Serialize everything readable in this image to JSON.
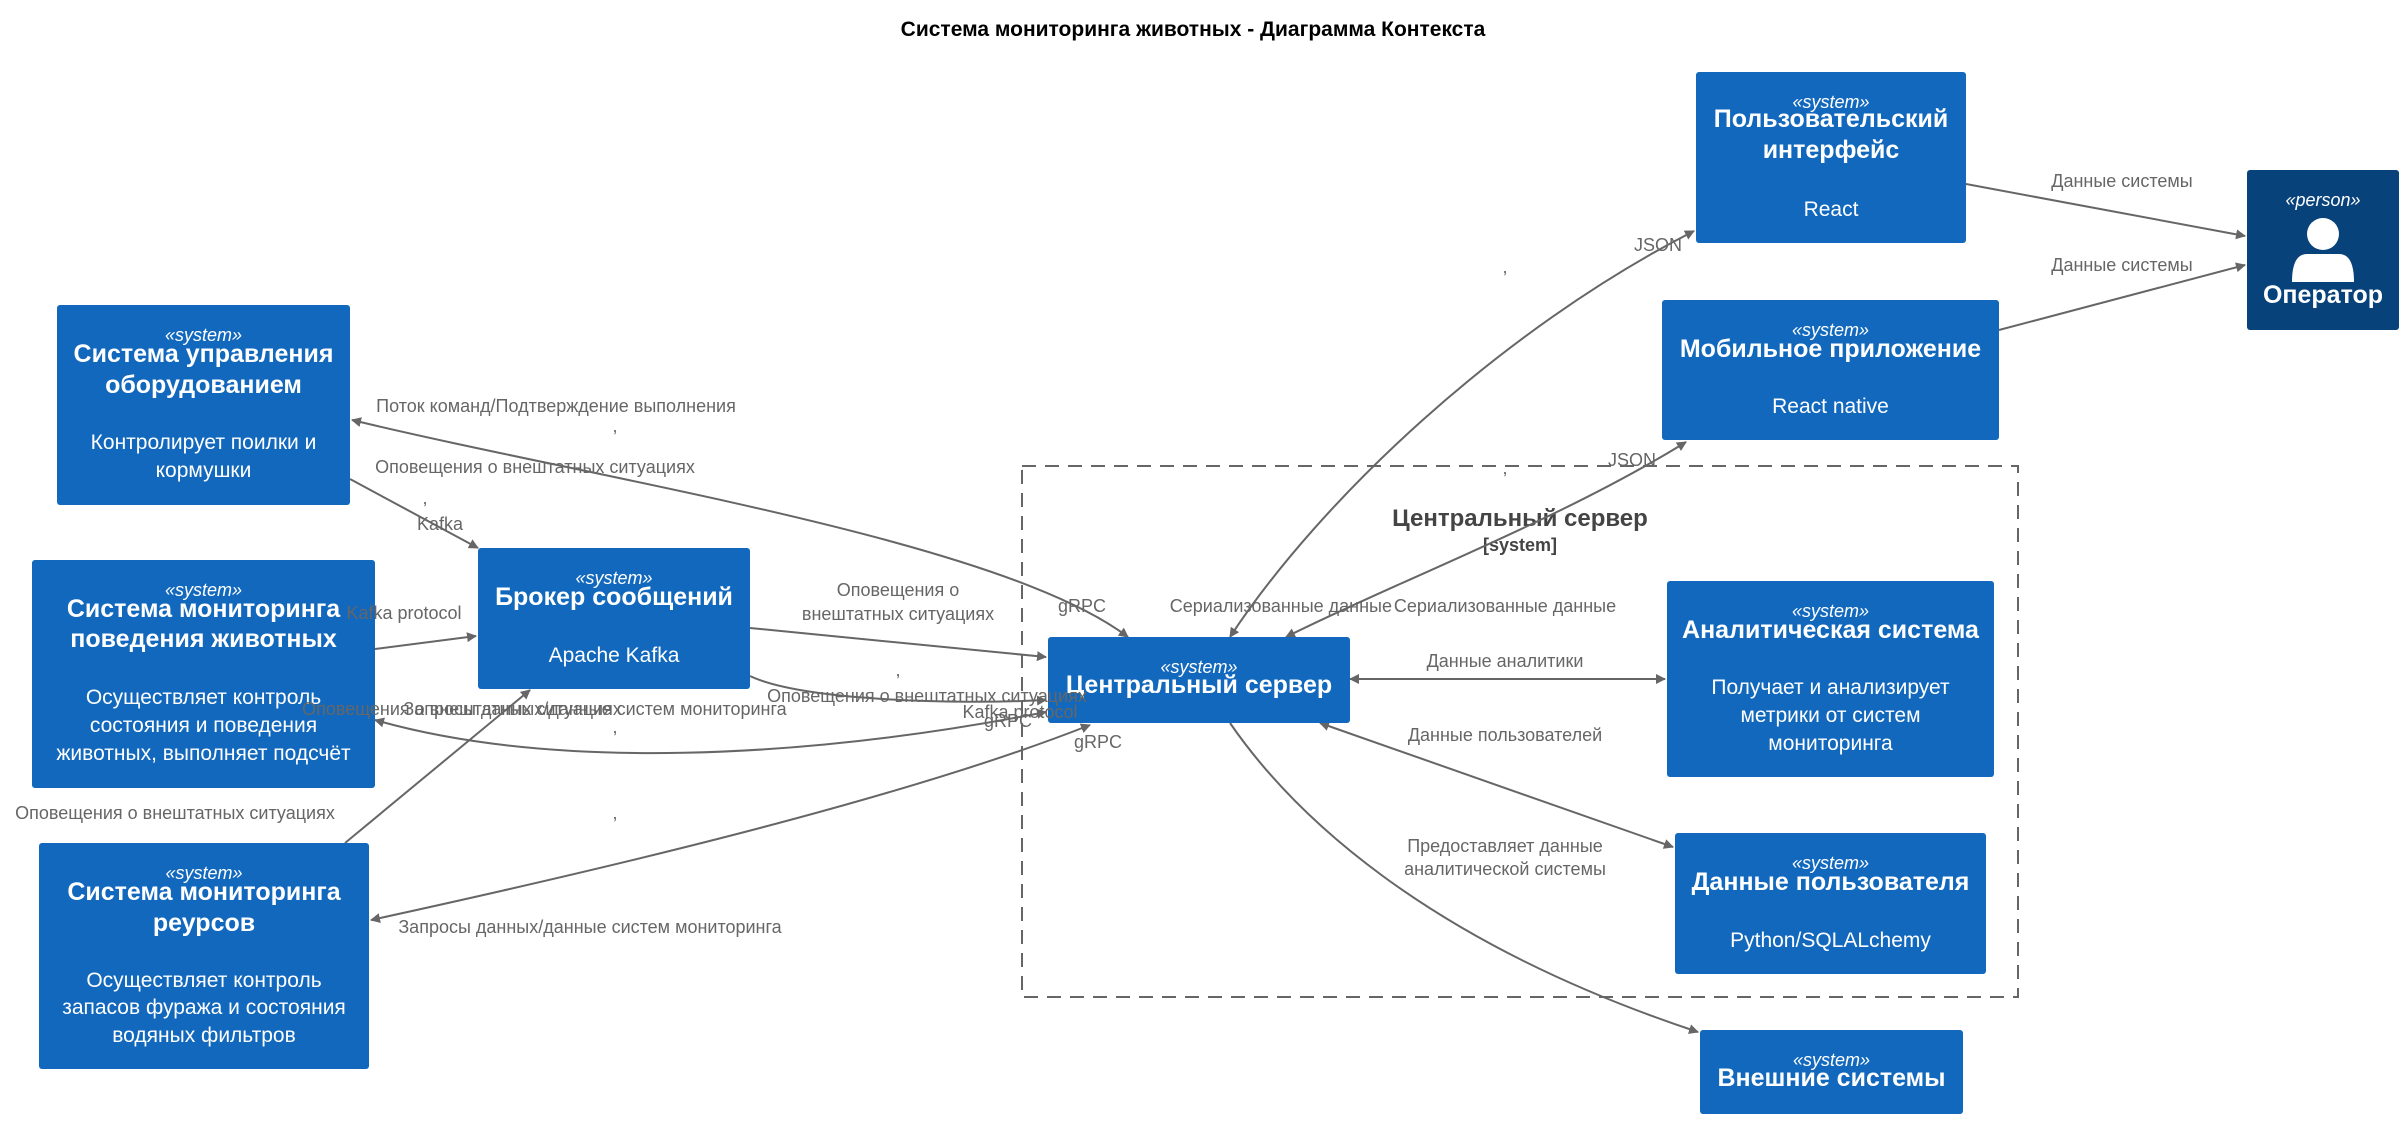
{
  "title": "Система мониторинга животных - Диаграмма Контекста",
  "colors": {
    "system": "#1168bd",
    "person": "#08427b",
    "edge": "#666666",
    "boundary": "#666666"
  },
  "boundary": {
    "title": "Центральный сервер",
    "type": "[system]"
  },
  "nodes": [
    {
      "id": "ui",
      "stereotype": "«system»",
      "name": [
        "Пользовательский",
        "интерфейс"
      ],
      "desc": [
        "React"
      ]
    },
    {
      "id": "operator",
      "stereotype": "«person»",
      "name": [
        "Оператор"
      ],
      "desc": [],
      "icon": "person-icon"
    },
    {
      "id": "mobile",
      "stereotype": "«system»",
      "name": [
        "Мобильное приложение"
      ],
      "desc": [
        "React native"
      ]
    },
    {
      "id": "equip",
      "stereotype": "«system»",
      "name": [
        "Система управления",
        "оборудованием"
      ],
      "desc": [
        "Контролирует поилки и",
        "кормушки"
      ]
    },
    {
      "id": "behavior",
      "stereotype": "«system»",
      "name": [
        "Система мониторинга",
        "поведения животных"
      ],
      "desc": [
        "Осуществляет контроль",
        "состояния и поведения",
        "животных, выполняет подсчёт"
      ]
    },
    {
      "id": "broker",
      "stereotype": "«system»",
      "name": [
        "Брокер сообщений"
      ],
      "desc": [
        "Apache Kafka"
      ]
    },
    {
      "id": "resources",
      "stereotype": "«system»",
      "name": [
        "Система мониторинга",
        "реурсов"
      ],
      "desc": [
        "Осуществляет контроль",
        "запасов фуража и состояния",
        "водяных фильтров"
      ]
    },
    {
      "id": "central",
      "stereotype": "«system»",
      "name": [
        "Центральный сервер"
      ],
      "desc": []
    },
    {
      "id": "analytics",
      "stereotype": "«system»",
      "name": [
        "Аналитическая система"
      ],
      "desc": [
        "Получает и анализирует",
        "метрики от систем",
        "мониторинга"
      ]
    },
    {
      "id": "userdata",
      "stereotype": "«system»",
      "name": [
        "Данные пользователя"
      ],
      "desc": [
        "Python/SQLALchemy"
      ]
    },
    {
      "id": "external",
      "stereotype": "«system»",
      "name": [
        "Внешние системы"
      ],
      "desc": []
    }
  ],
  "edges": [
    {
      "id": "ui-operator",
      "labels": [
        "Данные системы"
      ]
    },
    {
      "id": "mobile-operator",
      "labels": [
        "Данные системы"
      ]
    },
    {
      "id": "central-ui",
      "labels": [
        "JSON",
        ",",
        "Сериализованные данные"
      ]
    },
    {
      "id": "central-mobile",
      "labels": [
        "JSON",
        ",",
        "Сериализованные данные"
      ]
    },
    {
      "id": "equip-central",
      "labels": [
        "Поток команд/Подтверждение выполнения",
        ",",
        "gRPC"
      ]
    },
    {
      "id": "equip-broker",
      "labels": [
        "Оповещения о внештатных ситуациях",
        ",",
        "Kafka"
      ]
    },
    {
      "id": "behavior-broker",
      "labels": [
        "Kafka protocol"
      ]
    },
    {
      "id": "broker-central-1",
      "labels": [
        "Оповещения о",
        "внештатных ситуациях"
      ]
    },
    {
      "id": "broker-central-2",
      "labels": [
        "Оповещения о внештатных ситуациях",
        ",",
        "Kafka protocol"
      ]
    },
    {
      "id": "behavior-central",
      "labels": [
        "Оповещения о внештатных ситуациях",
        "Запросы данных/данные систем мониторинга",
        ",",
        "gRPC"
      ]
    },
    {
      "id": "resources-broker",
      "labels": [
        "Оповещения о внештатных ситуациях"
      ]
    },
    {
      "id": "resources-central",
      "labels": [
        "Запросы данных/данные систем мониторинга",
        ",",
        "gRPC"
      ]
    },
    {
      "id": "central-analytics",
      "labels": [
        "Данные аналитики"
      ]
    },
    {
      "id": "central-userdata",
      "labels": [
        "Данные пользователей"
      ]
    },
    {
      "id": "central-external",
      "labels": [
        "Предоставляет данные",
        "аналитической системы"
      ]
    }
  ]
}
